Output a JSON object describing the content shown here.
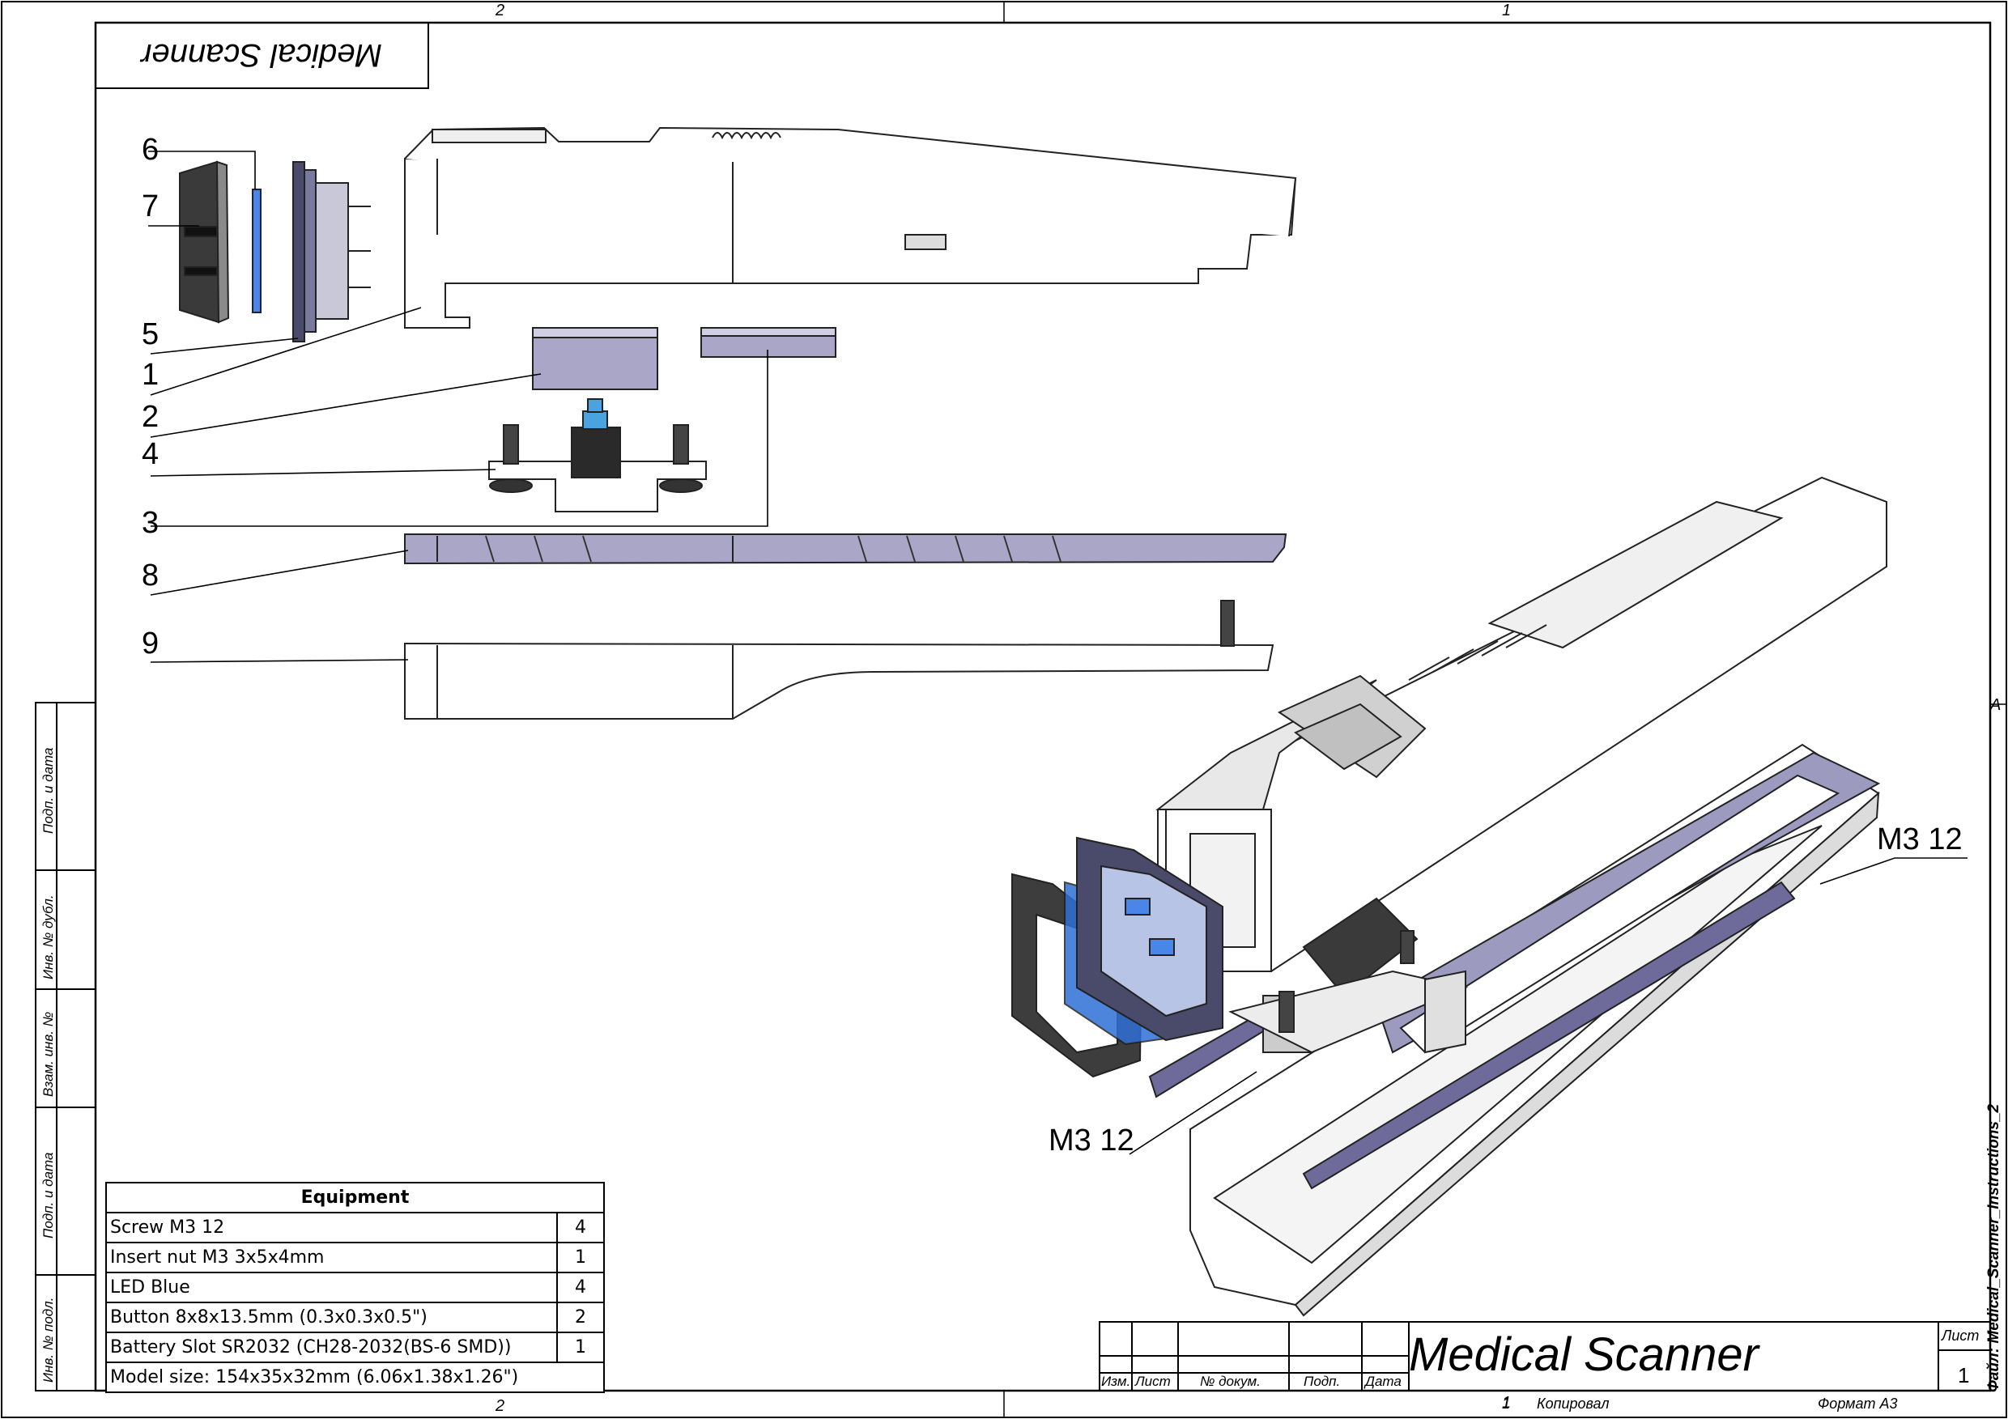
{
  "sheet": {
    "top_zones": [
      "2",
      "1"
    ],
    "bottom_zones": [
      "2",
      "1"
    ],
    "right_zone": "A",
    "corner_title": "Medical Scanner",
    "file_name": "Файл: Medical_Scanner_Instructions_2"
  },
  "side_stamp": [
    "Подп. и дата",
    "Инв. № дубл.",
    "Взам. инв. №",
    "Подп. и дата",
    "Инв. № подл."
  ],
  "callouts": {
    "parts": [
      "6",
      "7",
      "5",
      "1",
      "2",
      "4",
      "3",
      "8",
      "9"
    ],
    "screw_upper": "M3 12",
    "screw_lower": "M3 12"
  },
  "equipment": {
    "title": "Equipment",
    "rows": [
      {
        "name": "Screw M3 12",
        "qty": "4"
      },
      {
        "name": "Insert nut M3 3x5x4mm",
        "qty": "1"
      },
      {
        "name": "LED Blue",
        "qty": "4"
      },
      {
        "name": "Button 8x8x13.5mm (0.3x0.3x0.5\")",
        "qty": "2"
      },
      {
        "name": "Battery Slot SR2032 (CH28-2032(BS-6 SMD))",
        "qty": "1"
      }
    ],
    "model_size": "Model size: 154x35x32mm (6.06x1.38x1.26\")"
  },
  "title_block": {
    "headers": [
      "Изм.",
      "Лист",
      "№ докум.",
      "Подп.",
      "Дата"
    ],
    "title": "Medical Scanner",
    "sheet_label": "Лист",
    "sheet_number": "1",
    "copied_num": "1",
    "copied": "Копировал",
    "format": "Формат A3"
  },
  "colors": {
    "part_fill": "#ffffff",
    "blue_part": "#2f6fd6",
    "lavender": "#a9a6c8",
    "dark": "#2a2a2a"
  }
}
